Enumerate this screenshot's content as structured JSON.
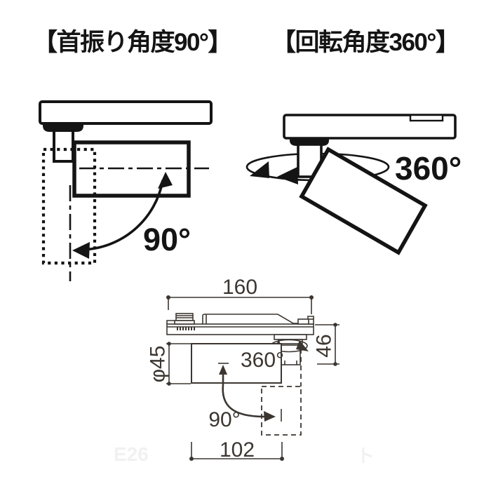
{
  "swing_section": {
    "title": "【首振り角度90°】",
    "angle_label": "90°"
  },
  "rotation_section": {
    "title": "【回転角度360°】",
    "angle_label": "360°"
  },
  "dimension_drawing": {
    "width_mm": "160",
    "height_mm": "46",
    "diameter": "φ45",
    "rotation_angle": "360°",
    "tilt_angle": "90°",
    "body_length_mm": "102"
  },
  "watermarks": {
    "left": "E26",
    "right": "ト"
  },
  "colors": {
    "ink": "#141414",
    "dimension_ink": "#3c3631",
    "watermark": "#f1f1f1",
    "background": "#ffffff"
  }
}
